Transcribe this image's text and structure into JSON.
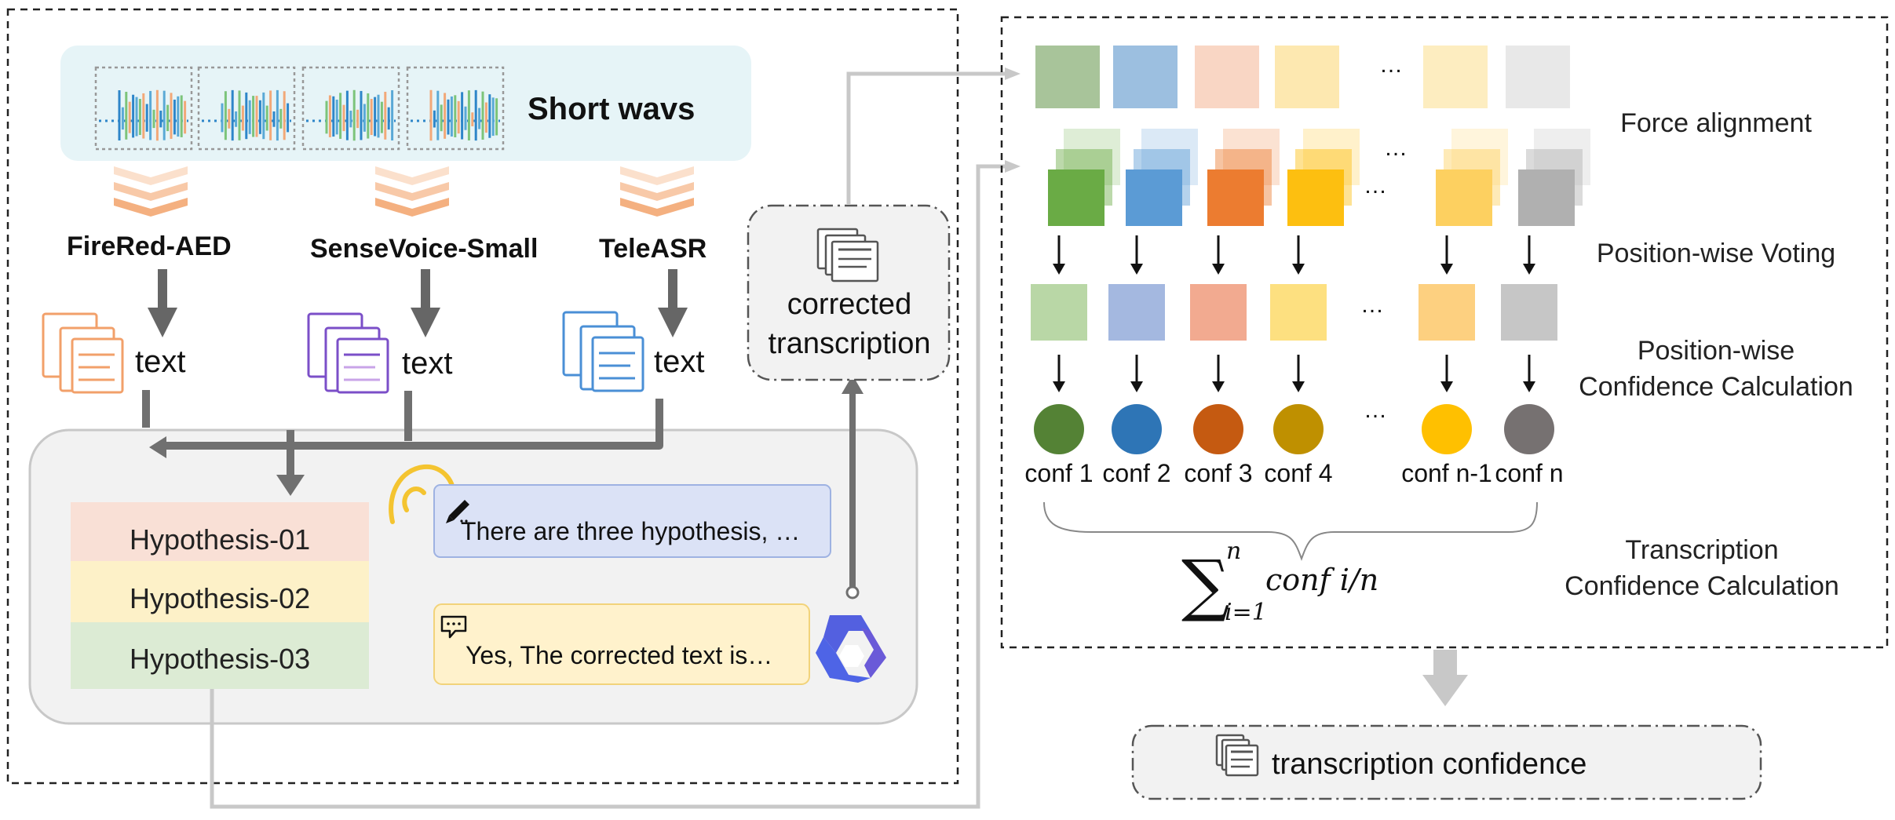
{
  "left_panel": {
    "short_wavs_label": "Short wavs",
    "models": [
      {
        "name": "FireRed-AED",
        "output": "text",
        "color": "#f2a06a"
      },
      {
        "name": "SenseVoice-Small",
        "output": "text",
        "color": "#7b4fc8"
      },
      {
        "name": "TeleASR",
        "output": "text",
        "color": "#4a8fd6"
      }
    ],
    "hypotheses": [
      {
        "label": "Hypothesis-01",
        "color": "#f9e0d6"
      },
      {
        "label": "Hypothesis-02",
        "color": "#fdf1c8"
      },
      {
        "label": "Hypothesis-03",
        "color": "#dcebd4"
      }
    ],
    "prompt_bubble": "There are three hypothesis, …",
    "reply_bubble": "Yes, The corrected text is…",
    "corrected_line1": "corrected",
    "corrected_line2": "transcription"
  },
  "right_panel": {
    "steps": [
      "Force alignment",
      "Position-wise Voting",
      "Position-wise",
      "Confidence Calculation",
      "Transcription",
      "Confidence Calculation"
    ],
    "ellipsis": "…",
    "conf_labels": [
      "conf 1",
      "conf 2",
      "conf 3",
      "conf 4",
      "conf n-1",
      "conf n"
    ],
    "formula": {
      "sum": "∑",
      "upper": "n",
      "lower": "i=1",
      "expr": "conf i/n"
    },
    "colors": {
      "row1": [
        "#a8c49a",
        "#9cbfe0",
        "#f9d6c4",
        "#fde8b0",
        "#fdedc0",
        "#e8e8e8"
      ],
      "row2": [
        "#6aab45",
        "#5b9bd5",
        "#ec7c30",
        "#fdbf10",
        "#fdd060",
        "#b0b0b0"
      ],
      "row3": [
        "#b9d7a6",
        "#a4b8e0",
        "#f2aa90",
        "#fde080",
        "#fdd080",
        "#c6c6c6"
      ],
      "circles": [
        "#548235",
        "#2e75b6",
        "#c55a11",
        "#bf9000",
        "#ffc000",
        "#767171"
      ]
    }
  },
  "result_label": "transcription confidence"
}
